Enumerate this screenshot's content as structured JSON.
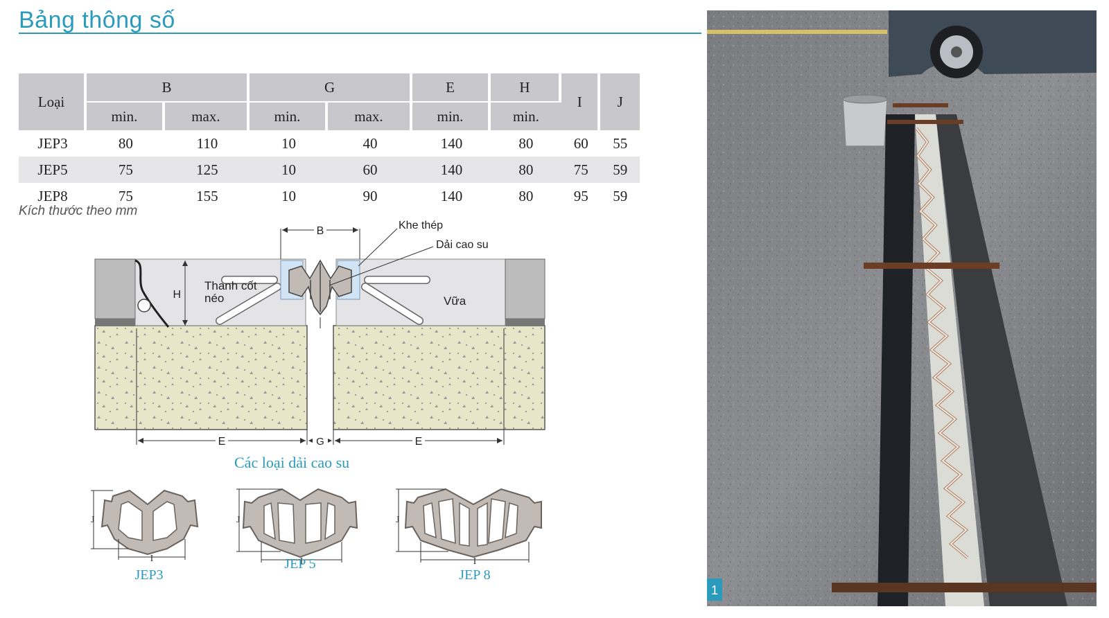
{
  "title": "Bảng thông số",
  "table": {
    "header_type": "Loại",
    "groups": [
      "B",
      "G",
      "E",
      "H",
      "I",
      "J"
    ],
    "min": "min.",
    "max": "max.",
    "rows": [
      {
        "type": "JEP3",
        "b_min": "80",
        "b_max": "110",
        "g_min": "10",
        "g_max": "40",
        "e_min": "140",
        "h_min": "80",
        "i": "60",
        "j": "55"
      },
      {
        "type": "JEP5",
        "b_min": "75",
        "b_max": "125",
        "g_min": "10",
        "g_max": "60",
        "e_min": "140",
        "h_min": "80",
        "i": "75",
        "j": "59"
      },
      {
        "type": "JEP8",
        "b_min": "75",
        "b_max": "155",
        "g_min": "10",
        "g_max": "90",
        "e_min": "140",
        "h_min": "80",
        "i": "95",
        "j": "59"
      }
    ]
  },
  "unit_note": "Kích thước theo mm",
  "diagram": {
    "b": "B",
    "h": "H",
    "g": "G",
    "e": "E",
    "khe_thep": "Khe thép",
    "dai_cao_su": "Dải cao su",
    "thanh_cot_neo_1": "Thanh cốt",
    "thanh_cot_neo_2": "néo",
    "vua": "Vữa"
  },
  "section_title": "Các loại dải cao su",
  "profiles": {
    "i": "I",
    "j": "J",
    "names": [
      "JEP3",
      "JEP 5",
      "JEP 8"
    ]
  },
  "photo": {
    "badge": "1"
  },
  "colors": {
    "accent": "#2a9bbd",
    "header_gray": "#c8c8cc",
    "rubber": "#c2bab4",
    "concrete": "#e8e6c8"
  }
}
